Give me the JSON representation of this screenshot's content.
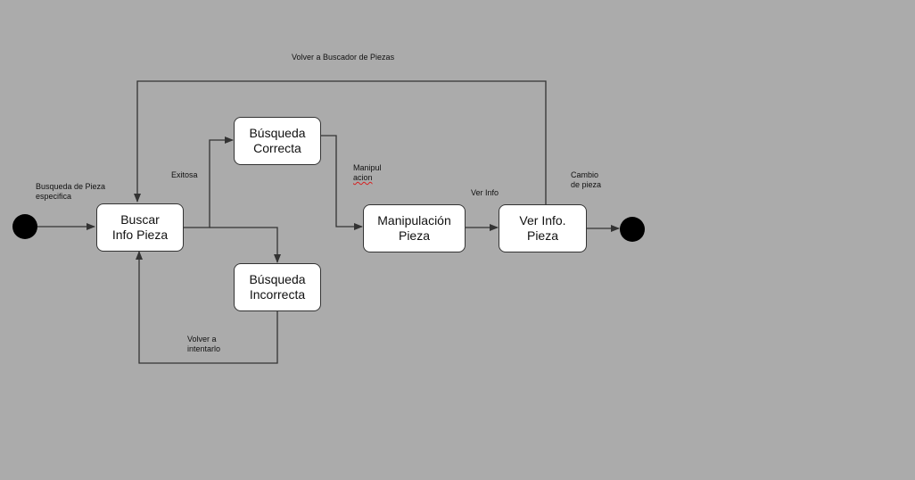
{
  "diagram": {
    "states": {
      "buscar": {
        "line1": "Buscar",
        "line2": "Info Pieza"
      },
      "correcta": {
        "line1": "Búsqueda",
        "line2": "Correcta"
      },
      "incorrecta": {
        "line1": "Búsqueda",
        "line2": "Incorrecta"
      },
      "manipulacion": {
        "line1": "Manipulación",
        "line2": "Pieza"
      },
      "verinfo": {
        "line1": "Ver Info.",
        "line2": "Pieza"
      }
    },
    "labels": {
      "volver_buscador": "Volver a Buscador de Piezas",
      "busqueda_line1": "Busqueda de Pieza",
      "busqueda_line2": "especifica",
      "exitosa": "Exitosa",
      "manip_line1": "Manipul",
      "manip_line2": "acion",
      "ver_info": "Ver Info",
      "cambio_line1": "Cambio",
      "cambio_line2": "de pieza",
      "volver_line1": "Volver a",
      "volver_line2": "intentarlo"
    },
    "colors": {
      "background": "#ababab",
      "node_fill": "#ffffff",
      "line": "#333333",
      "terminal": "#000000"
    }
  }
}
